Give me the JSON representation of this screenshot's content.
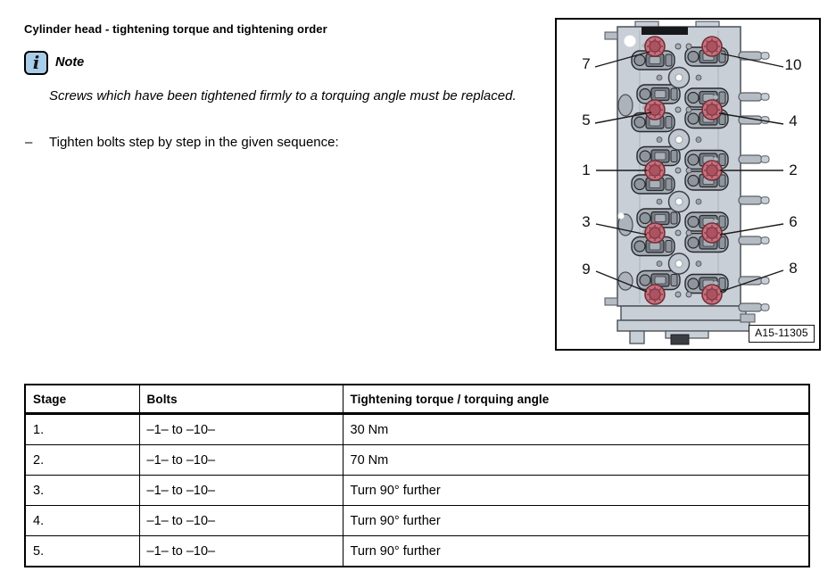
{
  "page": {
    "title": "Cylinder head - tightening torque and tightening order"
  },
  "note": {
    "icon": "info-icon",
    "icon_glyph": "i",
    "label": "Note",
    "body": "Screws which have been tightened firmly to a torquing angle must be replaced."
  },
  "step": {
    "bullet": "–",
    "text": "Tighten bolts step by step in the given sequence:"
  },
  "figure": {
    "reference": "A15-11305",
    "callouts": [
      "7",
      "10",
      "5",
      "4",
      "1",
      "2",
      "3",
      "6",
      "9",
      "8"
    ],
    "colors": {
      "bolt_highlight": "#c9707d",
      "head_body": "#c9cfd7"
    }
  },
  "table": {
    "headers": [
      "Stage",
      "Bolts",
      "Tightening torque / torquing angle"
    ],
    "rows": [
      [
        "1.",
        "–1– to –10–",
        "30 Nm"
      ],
      [
        "2.",
        "–1– to –10–",
        "70 Nm"
      ],
      [
        "3.",
        "–1– to –10–",
        "Turn 90° further"
      ],
      [
        "4.",
        "–1– to –10–",
        "Turn 90° further"
      ],
      [
        "5.",
        "–1– to –10–",
        "Turn 90° further"
      ]
    ]
  }
}
